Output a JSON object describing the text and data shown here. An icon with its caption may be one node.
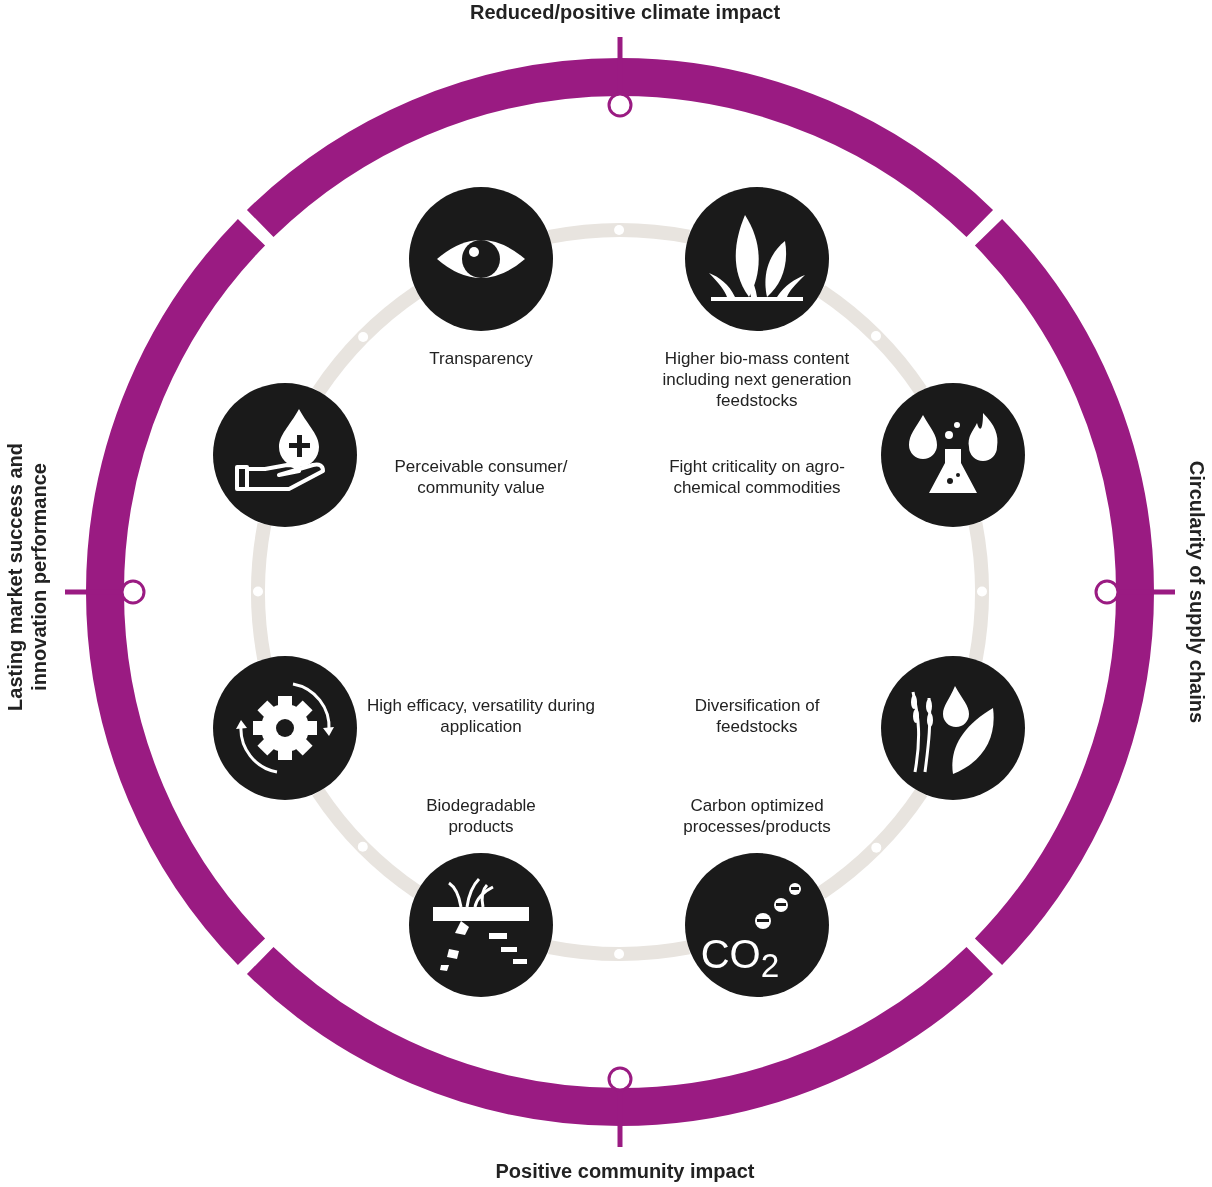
{
  "diagram": {
    "nodes": [
      {
        "text": [
          "Transparency"
        ]
      },
      {
        "text": [
          "Higher bio-mass content including next generation feedstocks"
        ]
      },
      {
        "text": [
          "Perceivable consumer/ community value"
        ]
      },
      {
        "text": [
          "Fight criticality on agro-chemical commodities"
        ]
      },
      {
        "text": [
          "High efficacy, versatility during application"
        ]
      },
      {
        "text": [
          "Diversification of feedstocks"
        ]
      },
      {
        "text": [
          "Biodegradable products"
        ]
      },
      {
        "text": [
          "Carbon optimized processes/products"
        ]
      }
    ],
    "edges": [
      {
        "from": 0,
        "to": 1,
        "arrow": "none"
      },
      {
        "from": 1,
        "to": 3,
        "arrow": "none"
      },
      {
        "from": 3,
        "to": 5,
        "arrow": "none"
      },
      {
        "from": 5,
        "to": 7,
        "arrow": "none"
      },
      {
        "from": 7,
        "to": 6,
        "arrow": "none"
      },
      {
        "from": 6,
        "to": 4,
        "arrow": "none"
      },
      {
        "from": 4,
        "to": 2,
        "arrow": "none"
      },
      {
        "from": 2,
        "to": 0,
        "arrow": "none"
      }
    ],
    "labels": [
      "Reduced/positive climate impact",
      "Circularity of supply chains",
      "Positive community impact",
      "Lasting market success and innovation performance",
      "CO$_{2}$"
    ]
  }
}
